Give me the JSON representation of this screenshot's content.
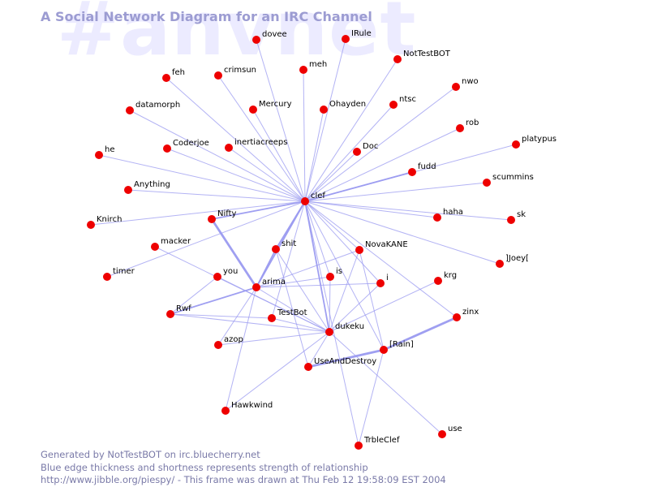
{
  "title": "A Social Network Diagram for an IRC Channel",
  "watermark": "#anvnet",
  "footer": {
    "line1": "Generated by NotTestBOT on irc.bluecherry.net",
    "line2": "Blue edge thickness and shortness represents strength of relationship",
    "line3": "http://www.jibble.org/piespy/ - This frame was drawn at Thu Feb 12 19:58:09 EST 2004"
  },
  "colors": {
    "node": "#ee0000",
    "edge": "#9a9af0",
    "title": "#9c9cd2",
    "footer": "#7a7aa8",
    "watermark": "#ecebff"
  },
  "nodes": [
    {
      "id": "clef",
      "label": "clef"
    },
    {
      "id": "dovee",
      "label": "dovee"
    },
    {
      "id": "IRule",
      "label": "IRule"
    },
    {
      "id": "NotTestBOT",
      "label": "NotTestBOT"
    },
    {
      "id": "meh",
      "label": "meh"
    },
    {
      "id": "feh",
      "label": "feh"
    },
    {
      "id": "crimsun",
      "label": "crimsun"
    },
    {
      "id": "nwo",
      "label": "nwo"
    },
    {
      "id": "datamorph",
      "label": "datamorph"
    },
    {
      "id": "Mercury",
      "label": "Mercury"
    },
    {
      "id": "Ohayden",
      "label": "Ohayden"
    },
    {
      "id": "ntsc",
      "label": "ntsc"
    },
    {
      "id": "rob",
      "label": "rob"
    },
    {
      "id": "platypus",
      "label": "platypus"
    },
    {
      "id": "he",
      "label": "he"
    },
    {
      "id": "Coderjoe",
      "label": "Coderjoe"
    },
    {
      "id": "inertiacreeps",
      "label": "inertiacreeps"
    },
    {
      "id": "Doc",
      "label": "Doc"
    },
    {
      "id": "fudd",
      "label": "fudd"
    },
    {
      "id": "scummins",
      "label": "scummins"
    },
    {
      "id": "Anything",
      "label": "Anything"
    },
    {
      "id": "Nifty",
      "label": "Nifty"
    },
    {
      "id": "haha",
      "label": "haha"
    },
    {
      "id": "sk",
      "label": "sk"
    },
    {
      "id": "Knirch",
      "label": "Knirch"
    },
    {
      "id": "macker",
      "label": "macker"
    },
    {
      "id": "shit",
      "label": "shit"
    },
    {
      "id": "NovaKANE",
      "label": "NovaKANE"
    },
    {
      "id": "JJoey[",
      "label": "]Joey["
    },
    {
      "id": "timer",
      "label": "timer"
    },
    {
      "id": "you",
      "label": "you"
    },
    {
      "id": "is",
      "label": "is"
    },
    {
      "id": "i",
      "label": "i"
    },
    {
      "id": "krg",
      "label": "krg"
    },
    {
      "id": "arima",
      "label": "arima"
    },
    {
      "id": "Rwf",
      "label": "Rwf"
    },
    {
      "id": "TestBot",
      "label": "TestBot"
    },
    {
      "id": "zinx",
      "label": "zinx"
    },
    {
      "id": "dukeku",
      "label": "dukeku"
    },
    {
      "id": "azop",
      "label": "azop"
    },
    {
      "id": "Rain",
      "label": "[Rain]"
    },
    {
      "id": "UseAndDestroy",
      "label": "UseAndDestroy"
    },
    {
      "id": "Hawkwind",
      "label": "Hawkwind"
    },
    {
      "id": "use",
      "label": "use"
    },
    {
      "id": "TrbleClef",
      "label": "TrbleClef"
    }
  ],
  "edges": [
    {
      "from": "clef",
      "to": "dovee",
      "weight": 1
    },
    {
      "from": "clef",
      "to": "IRule",
      "weight": 1
    },
    {
      "from": "clef",
      "to": "NotTestBOT",
      "weight": 1
    },
    {
      "from": "clef",
      "to": "meh",
      "weight": 1
    },
    {
      "from": "clef",
      "to": "feh",
      "weight": 1
    },
    {
      "from": "clef",
      "to": "crimsun",
      "weight": 1
    },
    {
      "from": "clef",
      "to": "nwo",
      "weight": 1
    },
    {
      "from": "clef",
      "to": "datamorph",
      "weight": 1
    },
    {
      "from": "clef",
      "to": "Mercury",
      "weight": 1
    },
    {
      "from": "clef",
      "to": "Ohayden",
      "weight": 1
    },
    {
      "from": "clef",
      "to": "ntsc",
      "weight": 1
    },
    {
      "from": "clef",
      "to": "rob",
      "weight": 1
    },
    {
      "from": "clef",
      "to": "platypus",
      "weight": 1
    },
    {
      "from": "clef",
      "to": "he",
      "weight": 1
    },
    {
      "from": "clef",
      "to": "Coderjoe",
      "weight": 1
    },
    {
      "from": "clef",
      "to": "inertiacreeps",
      "weight": 1
    },
    {
      "from": "clef",
      "to": "Doc",
      "weight": 1
    },
    {
      "from": "clef",
      "to": "fudd",
      "weight": 2
    },
    {
      "from": "clef",
      "to": "scummins",
      "weight": 1
    },
    {
      "from": "clef",
      "to": "Anything",
      "weight": 1
    },
    {
      "from": "clef",
      "to": "Nifty",
      "weight": 2
    },
    {
      "from": "clef",
      "to": "haha",
      "weight": 1
    },
    {
      "from": "clef",
      "to": "sk",
      "weight": 1
    },
    {
      "from": "clef",
      "to": "Knirch",
      "weight": 1
    },
    {
      "from": "clef",
      "to": "shit",
      "weight": 2
    },
    {
      "from": "clef",
      "to": "NovaKANE",
      "weight": 1
    },
    {
      "from": "clef",
      "to": "JJoey[",
      "weight": 1
    },
    {
      "from": "clef",
      "to": "timer",
      "weight": 1
    },
    {
      "from": "clef",
      "to": "is",
      "weight": 1
    },
    {
      "from": "clef",
      "to": "i",
      "weight": 1
    },
    {
      "from": "clef",
      "to": "arima",
      "weight": 2
    },
    {
      "from": "clef",
      "to": "TestBot",
      "weight": 1
    },
    {
      "from": "clef",
      "to": "zinx",
      "weight": 1
    },
    {
      "from": "clef",
      "to": "dukeku",
      "weight": 2
    },
    {
      "from": "clef",
      "to": "Rain",
      "weight": 1
    },
    {
      "from": "clef",
      "to": "TrbleClef",
      "weight": 1
    },
    {
      "from": "Nifty",
      "to": "arima",
      "weight": 3
    },
    {
      "from": "shit",
      "to": "arima",
      "weight": 2
    },
    {
      "from": "shit",
      "to": "dukeku",
      "weight": 1
    },
    {
      "from": "shit",
      "to": "UseAndDestroy",
      "weight": 1
    },
    {
      "from": "macker",
      "to": "dukeku",
      "weight": 1
    },
    {
      "from": "you",
      "to": "dukeku",
      "weight": 1
    },
    {
      "from": "you",
      "to": "Rwf",
      "weight": 1
    },
    {
      "from": "arima",
      "to": "Rwf",
      "weight": 2
    },
    {
      "from": "arima",
      "to": "is",
      "weight": 1
    },
    {
      "from": "arima",
      "to": "NovaKANE",
      "weight": 1
    },
    {
      "from": "arima",
      "to": "i",
      "weight": 1
    },
    {
      "from": "arima",
      "to": "dukeku",
      "weight": 1
    },
    {
      "from": "arima",
      "to": "azop",
      "weight": 1
    },
    {
      "from": "arima",
      "to": "Hawkwind",
      "weight": 1
    },
    {
      "from": "Rwf",
      "to": "TestBot",
      "weight": 1
    },
    {
      "from": "Rwf",
      "to": "dukeku",
      "weight": 1
    },
    {
      "from": "TestBot",
      "to": "dukeku",
      "weight": 1
    },
    {
      "from": "dukeku",
      "to": "is",
      "weight": 1
    },
    {
      "from": "dukeku",
      "to": "NovaKANE",
      "weight": 1
    },
    {
      "from": "dukeku",
      "to": "i",
      "weight": 1
    },
    {
      "from": "dukeku",
      "to": "krg",
      "weight": 1
    },
    {
      "from": "dukeku",
      "to": "azop",
      "weight": 1
    },
    {
      "from": "dukeku",
      "to": "UseAndDestroy",
      "weight": 1
    },
    {
      "from": "dukeku",
      "to": "Hawkwind",
      "weight": 1
    },
    {
      "from": "dukeku",
      "to": "use",
      "weight": 1
    },
    {
      "from": "NovaKANE",
      "to": "Rain",
      "weight": 1
    },
    {
      "from": "Rain",
      "to": "zinx",
      "weight": 3
    },
    {
      "from": "Rain",
      "to": "UseAndDestroy",
      "weight": 3
    },
    {
      "from": "Rain",
      "to": "TrbleClef",
      "weight": 1
    }
  ]
}
